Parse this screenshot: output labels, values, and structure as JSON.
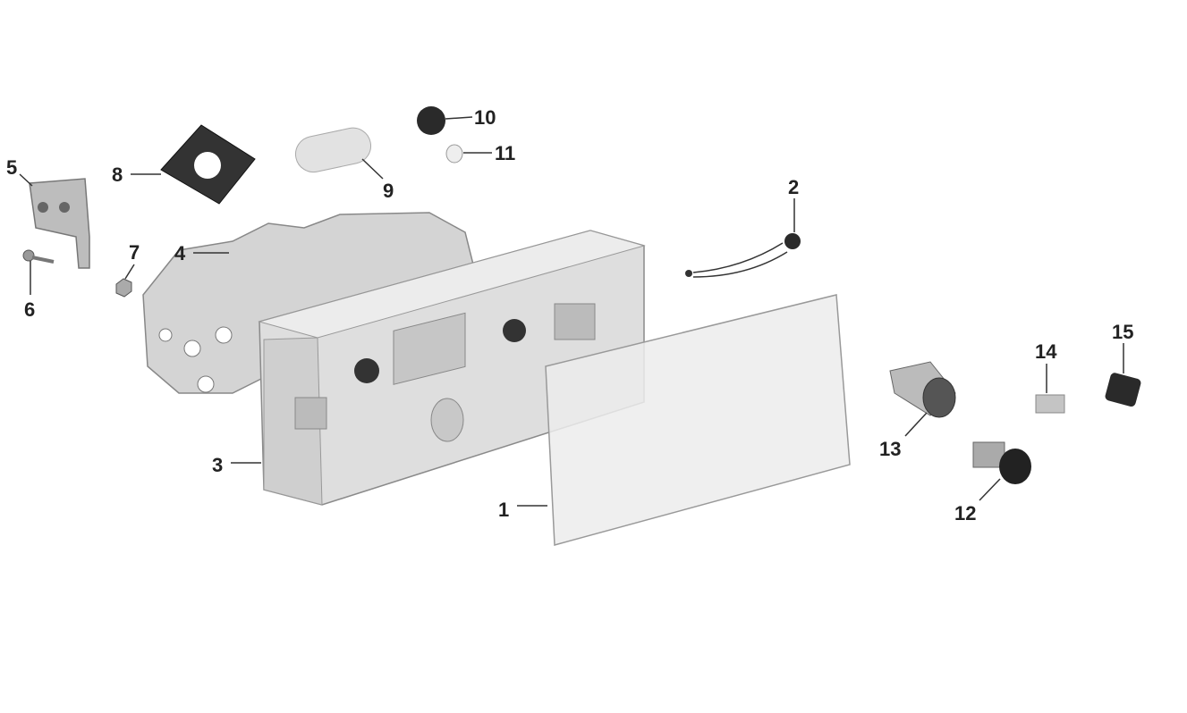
{
  "diagram": {
    "type": "exploded-parts",
    "callouts": [
      {
        "id": "1",
        "label": "1"
      },
      {
        "id": "2",
        "label": "2"
      },
      {
        "id": "3",
        "label": "3"
      },
      {
        "id": "4",
        "label": "4"
      },
      {
        "id": "5",
        "label": "5"
      },
      {
        "id": "6",
        "label": "6"
      },
      {
        "id": "7",
        "label": "7"
      },
      {
        "id": "8",
        "label": "8"
      },
      {
        "id": "9",
        "label": "9"
      },
      {
        "id": "10",
        "label": "10"
      },
      {
        "id": "11",
        "label": "11"
      },
      {
        "id": "12",
        "label": "12"
      },
      {
        "id": "13",
        "label": "13"
      },
      {
        "id": "14",
        "label": "14"
      },
      {
        "id": "15",
        "label": "15"
      }
    ]
  },
  "colors": {
    "housing": "#dcdcdc",
    "shadow": "#a9a9a9",
    "dark": "#2a2a2a",
    "lens": "#e6e6e6"
  }
}
